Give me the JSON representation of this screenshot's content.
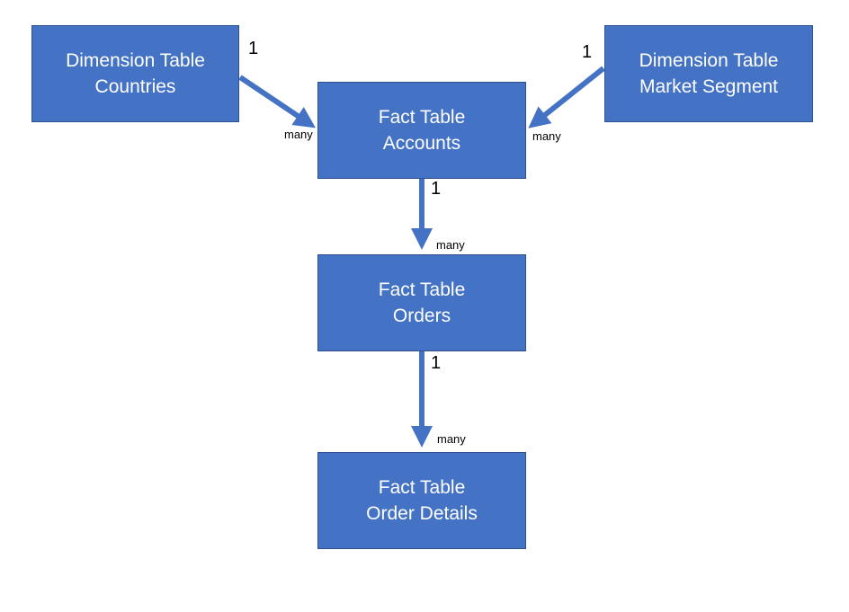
{
  "nodes": {
    "countries": {
      "line1": "Dimension Table",
      "line2": "Countries"
    },
    "market_segment": {
      "line1": "Dimension Table",
      "line2": "Market Segment"
    },
    "accounts": {
      "line1": "Fact Table",
      "line2": "Accounts"
    },
    "orders": {
      "line1": "Fact Table",
      "line2": "Orders"
    },
    "order_details": {
      "line1": "Fact Table",
      "line2": "Order Details"
    }
  },
  "edges": [
    {
      "from": "countries",
      "to": "accounts",
      "from_card": "1",
      "to_card": "many"
    },
    {
      "from": "market_segment",
      "to": "accounts",
      "from_card": "1",
      "to_card": "many"
    },
    {
      "from": "accounts",
      "to": "orders",
      "from_card": "1",
      "to_card": "many"
    },
    {
      "from": "orders",
      "to": "order_details",
      "from_card": "1",
      "to_card": "many"
    }
  ],
  "colors": {
    "box_fill": "#4472c4",
    "box_border": "#2f528f",
    "arrow": "#4472c4",
    "box_text": "#ffffff",
    "label_text": "#000000"
  }
}
